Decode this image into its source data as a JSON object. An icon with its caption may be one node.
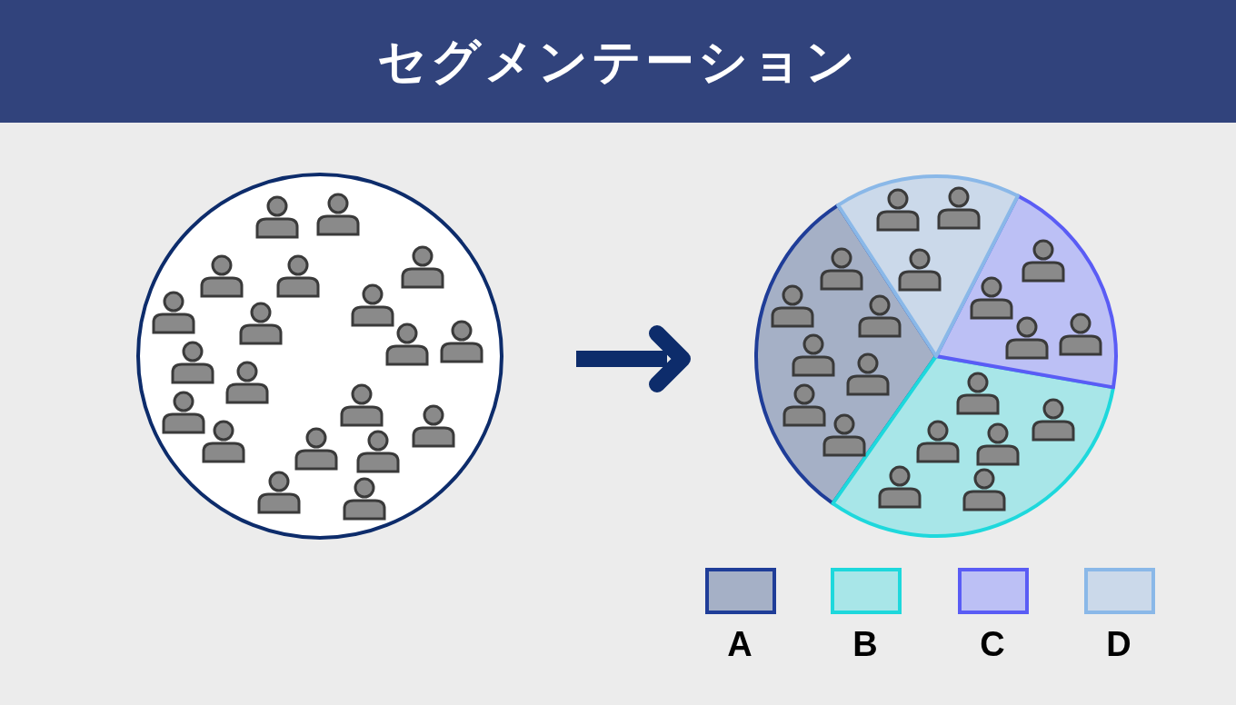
{
  "diagram": {
    "title": "セグメンテーション",
    "nodes": [
      {
        "text": [],
        "shape": "circle"
      },
      {
        "text": [],
        "shape": "circle"
      }
    ],
    "edges": [
      {
        "from": 0,
        "to": 1,
        "arrow": "to"
      }
    ],
    "legend": [
      {
        "text": "A",
        "color": "#a5b0c6"
      },
      {
        "text": "B",
        "color": "#a8e6e8"
      },
      {
        "text": "C",
        "color": "#bcc0f5"
      },
      {
        "text": "D",
        "color": "#cbd9ea"
      }
    ]
  }
}
